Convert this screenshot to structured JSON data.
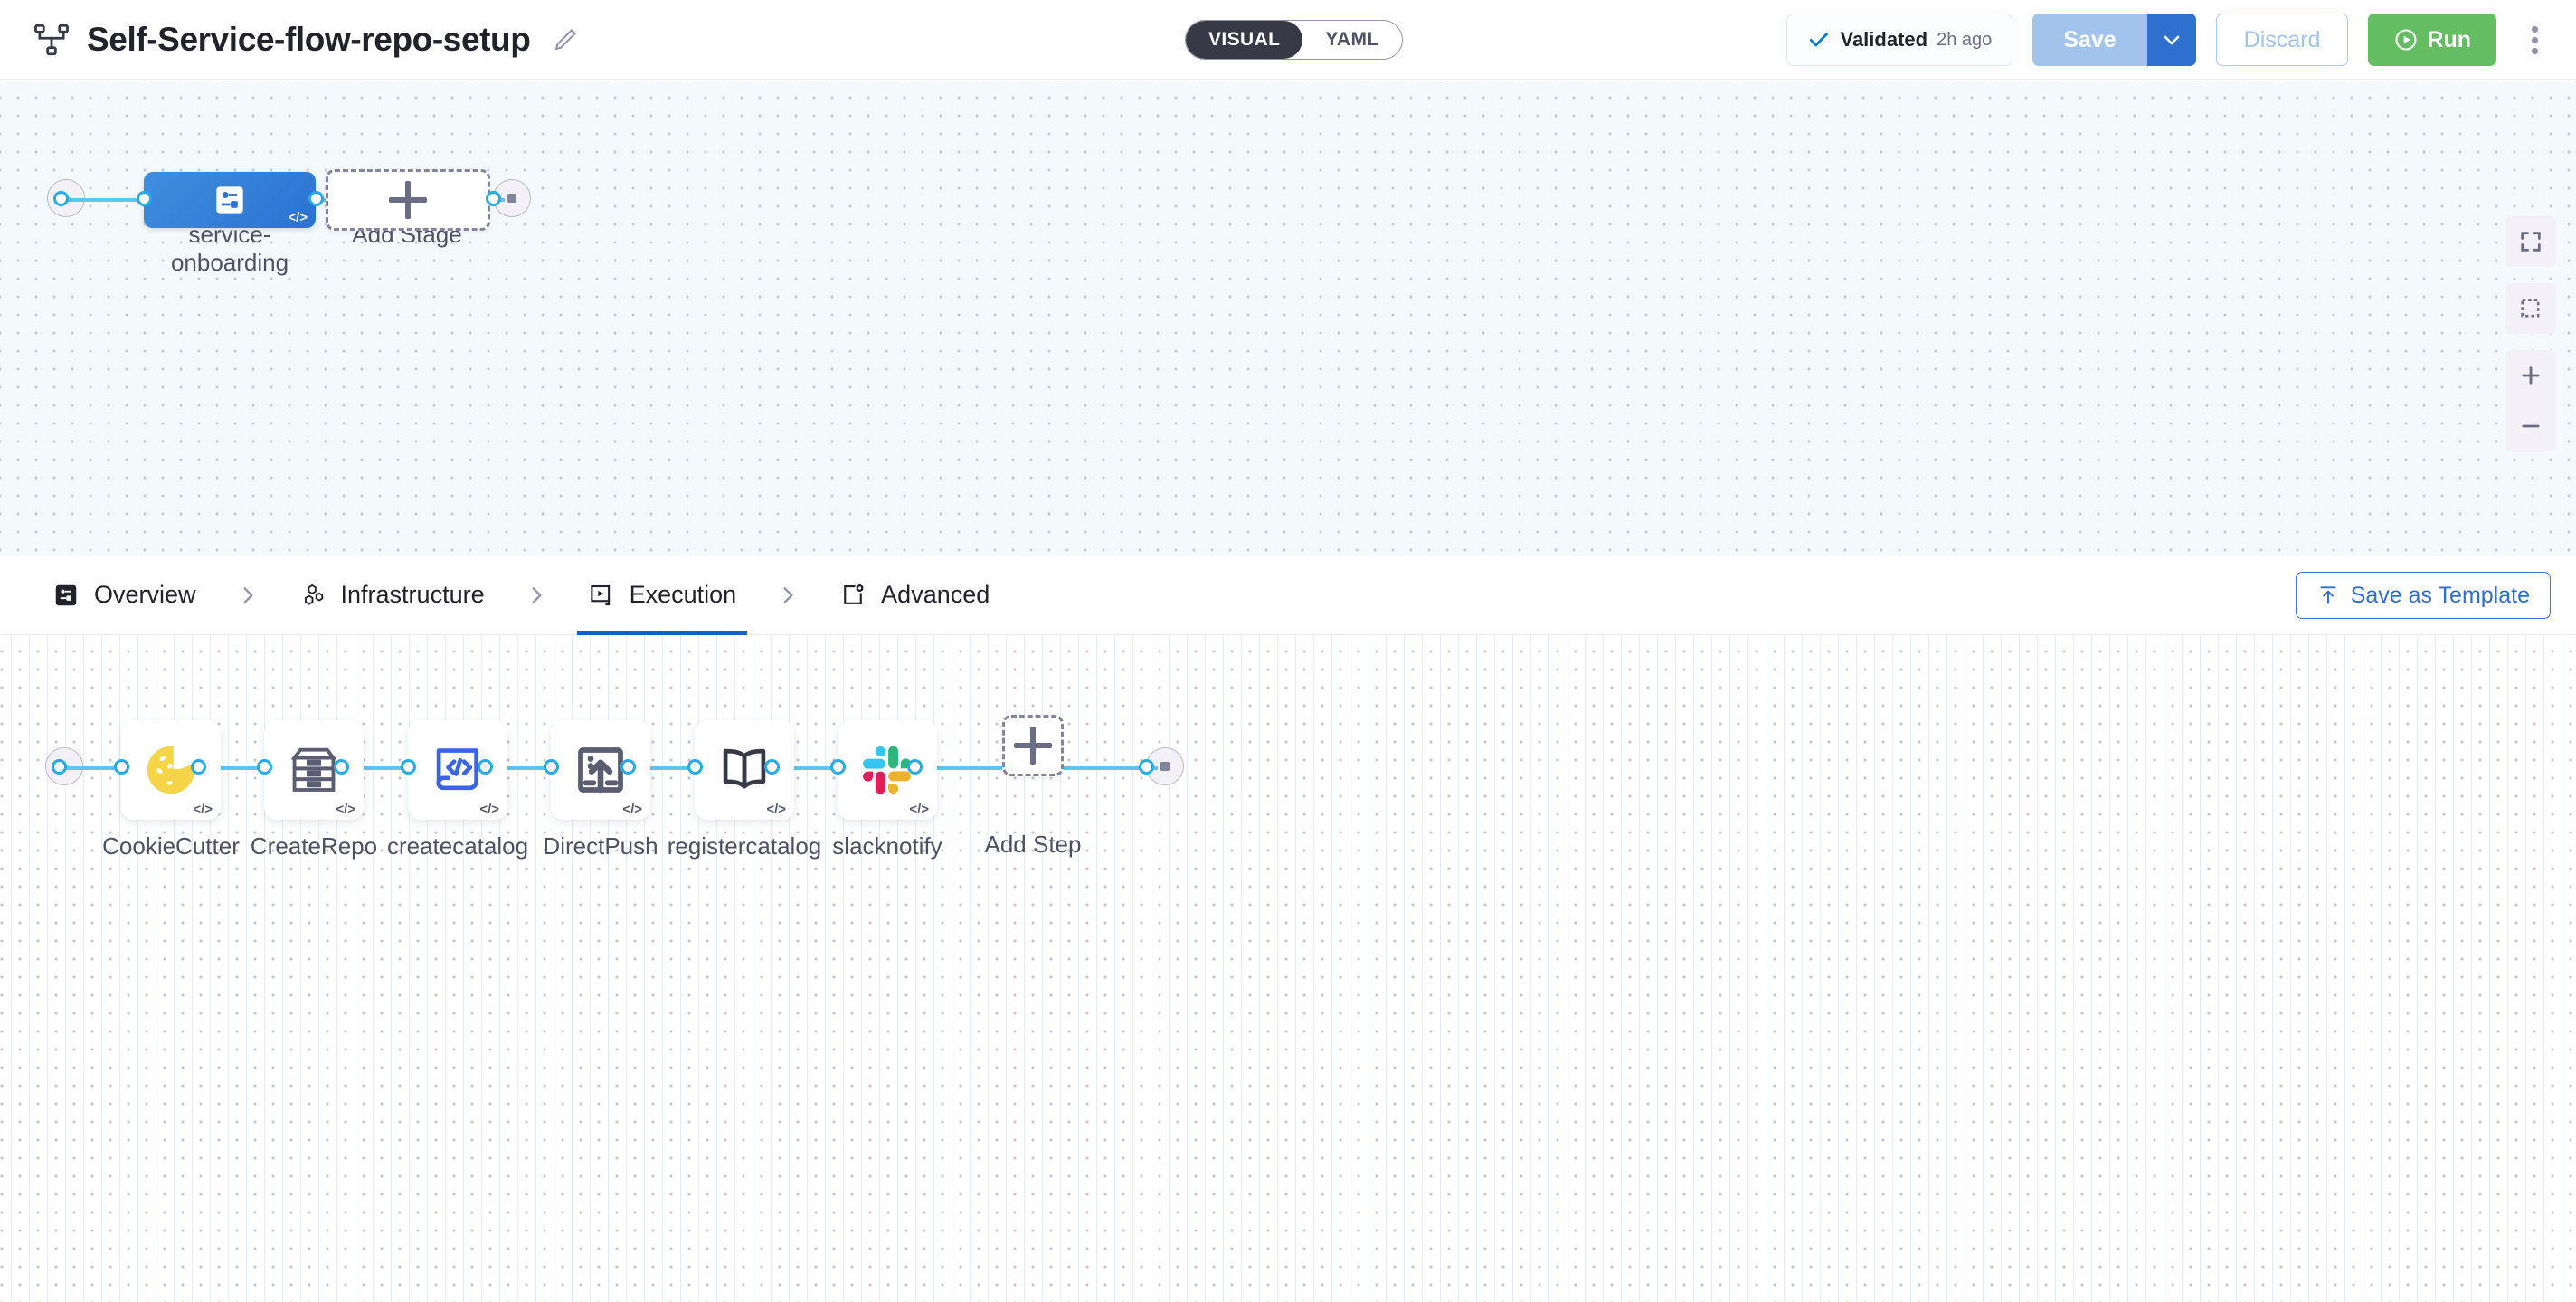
{
  "header": {
    "pipeline_icon": "pipeline-icon",
    "title": "Self-Service-flow-repo-setup",
    "edit_icon": "edit-pencil-icon",
    "mode_toggle": {
      "options": [
        "VISUAL",
        "YAML"
      ],
      "selected": "VISUAL"
    },
    "validated": {
      "icon": "check-icon",
      "label": "Validated",
      "time": "2h ago"
    },
    "save_label": "Save",
    "save_caret_icon": "chevron-down-icon",
    "discard_label": "Discard",
    "run_label": "Run",
    "run_icon": "play-circle-icon",
    "kebab_icon": "more-vertical-icon"
  },
  "stage_canvas": {
    "tools": [
      {
        "name": "fullscreen-icon",
        "label": "Fit to screen"
      },
      {
        "name": "selection-box-icon",
        "label": "Zoom to selection"
      },
      {
        "name": "zoom-in-icon",
        "label": "Zoom in"
      },
      {
        "name": "zoom-out-icon",
        "label": "Zoom out"
      }
    ],
    "start_icon": "play-icon",
    "end_icon": "stop-icon",
    "stages": [
      {
        "label": "service-\nonboarding",
        "icon": "service-stage-icon",
        "badge": "</>",
        "selected": true
      }
    ],
    "add_stage_label": "Add Stage"
  },
  "tabs": {
    "items": [
      {
        "label": "Overview",
        "icon": "overview-icon",
        "active": false
      },
      {
        "label": "Infrastructure",
        "icon": "infrastructure-icon",
        "active": false
      },
      {
        "label": "Execution",
        "icon": "execution-icon",
        "active": true
      },
      {
        "label": "Advanced",
        "icon": "advanced-icon",
        "active": false
      }
    ],
    "separator_icon": "chevron-right-icon",
    "save_as_template": {
      "label": "Save as Template",
      "icon": "upload-template-icon"
    }
  },
  "step_canvas": {
    "start_icon": "play-icon",
    "end_icon": "stop-icon",
    "badge": "</>",
    "steps": [
      {
        "label": "CookieCutter",
        "icon": "cookiecutter-icon"
      },
      {
        "label": "CreateRepo",
        "icon": "repository-drawer-icon"
      },
      {
        "label": "createcatalog",
        "icon": "code-document-icon"
      },
      {
        "label": "DirectPush",
        "icon": "push-upload-icon"
      },
      {
        "label": "registercatalog",
        "icon": "book-icon"
      },
      {
        "label": "slacknotify",
        "icon": "slack-icon"
      }
    ],
    "add_step_label": "Add Step"
  },
  "colors": {
    "accent_blue": "#0b64cb",
    "link_blue": "#5fc4ef",
    "stage_blue": "#2c72d1",
    "run_green": "#64bd63",
    "save_blue": "#a2c4ec",
    "canvas_bg": "#f4f9fb"
  }
}
